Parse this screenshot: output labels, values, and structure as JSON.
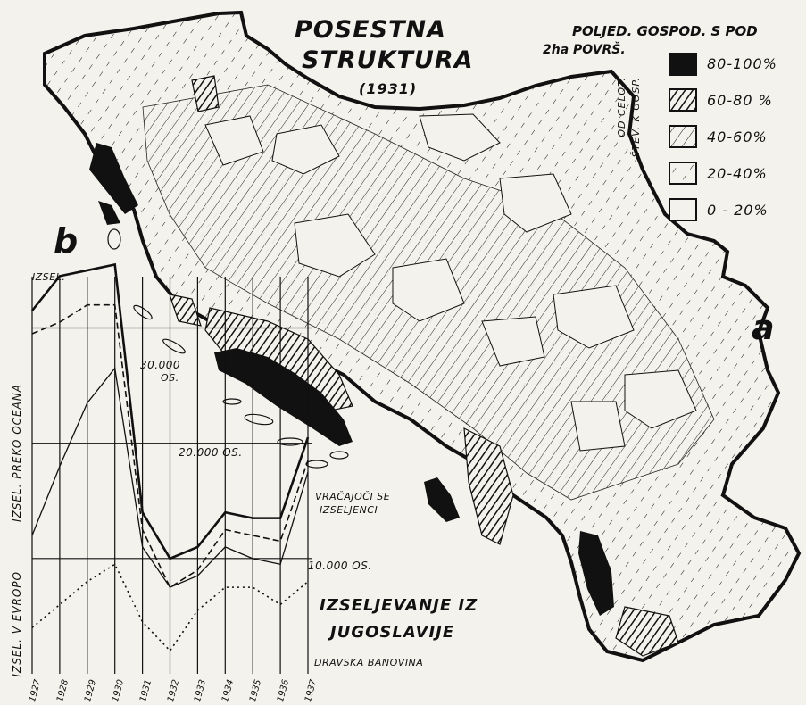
{
  "map": {
    "title_line1": "POSESTNA",
    "title_line2": "STRUKTURA",
    "title_year": "(1931)",
    "panel_label": "a",
    "legend": {
      "heading_line1": "POLJED. GOSPOD. S POD",
      "heading_line2": "2ha POVRŠ.",
      "side_line1": "OD CELOT.",
      "side_line2": "ŠTEV. K GOSP.",
      "classes": [
        {
          "label": "80-100%",
          "pattern": "solid"
        },
        {
          "label": "60-80 %",
          "pattern": "dense-hatch"
        },
        {
          "label": "40-60%",
          "pattern": "medium-hatch"
        },
        {
          "label": "20-40%",
          "pattern": "dashed-hatch"
        },
        {
          "label": "0 - 20%",
          "pattern": "blank"
        }
      ],
      "colors": {
        "ink": "#111111",
        "paper": "#f4f2ec"
      }
    }
  },
  "chart_data": {
    "type": "line",
    "panel_label": "b",
    "title_line1": "IZSELJEVANJE IZ",
    "title_line2": "JUGOSLAVIJE",
    "top_axis_label": "IZSEL.",
    "ylabel_overseas": "IZSEL. PREKO OCEANA",
    "ylabel_europe": "IZSEL. V EVROPO",
    "x": [
      "1927",
      "1928",
      "1929",
      "1930",
      "1931",
      "1932",
      "1933",
      "1934",
      "1935",
      "1936",
      "1937"
    ],
    "reference_lines": [
      {
        "value": 30000,
        "label": "30.000",
        "label2": "OS."
      },
      {
        "value": 20000,
        "label": "20.000 OS."
      },
      {
        "value": 10000,
        "label": "10.000 OS."
      }
    ],
    "annotation_returning_line1": "VRAČAJOČI SE",
    "annotation_returning_line2": "IZSELJENCI",
    "annotation_drava": "DRAVSKA BANOVINA",
    "ylim": [
      0,
      36000
    ],
    "series": [
      {
        "style": "solid-top",
        "values": [
          31500,
          34500,
          35000,
          35500,
          14000,
          10000,
          11000,
          14000,
          13500,
          13500,
          20500
        ]
      },
      {
        "style": "dashed",
        "values": [
          29500,
          30500,
          32000,
          32000,
          12500,
          7500,
          9000,
          12500,
          12000,
          11500,
          18500
        ]
      },
      {
        "style": "solid-lower",
        "values": [
          12000,
          18000,
          23500,
          26500,
          11000,
          7500,
          8500,
          11000,
          10000,
          9500,
          17500
        ]
      },
      {
        "style": "dotted",
        "values": [
          4000,
          6000,
          8000,
          9500,
          4500,
          2000,
          5500,
          7500,
          7500,
          6000,
          8000
        ]
      }
    ]
  }
}
